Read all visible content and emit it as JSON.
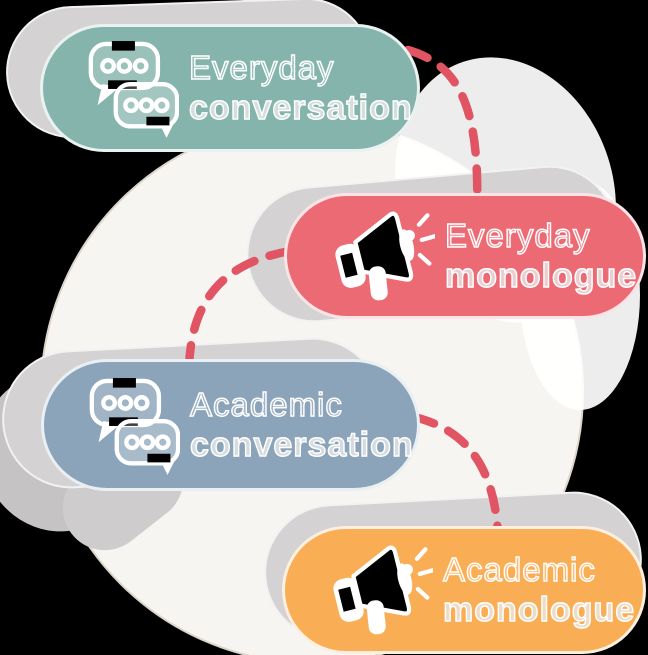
{
  "backdrop": {
    "circle_fill": "#f7f5f2",
    "circle_border": "#ded5ca",
    "halo_color": "#ffffff",
    "shadow_color": "#d4d2d2"
  },
  "connector": {
    "color": "#e05463",
    "style": "dashed"
  },
  "pills": [
    {
      "line1": "Everyday",
      "line2": "conversation",
      "color": "#84b4ab",
      "icon": "speech-bubbles-icon"
    },
    {
      "line1": "Everyday",
      "line2": "monologue",
      "color": "#ec6a74",
      "icon": "megaphone-icon"
    },
    {
      "line1": "Academic",
      "line2": "conversation",
      "color": "#8ba4ba",
      "icon": "speech-bubbles-icon"
    },
    {
      "line1": "Academic",
      "line2": "monologue",
      "color": "#f9ae56",
      "icon": "megaphone-icon"
    }
  ]
}
